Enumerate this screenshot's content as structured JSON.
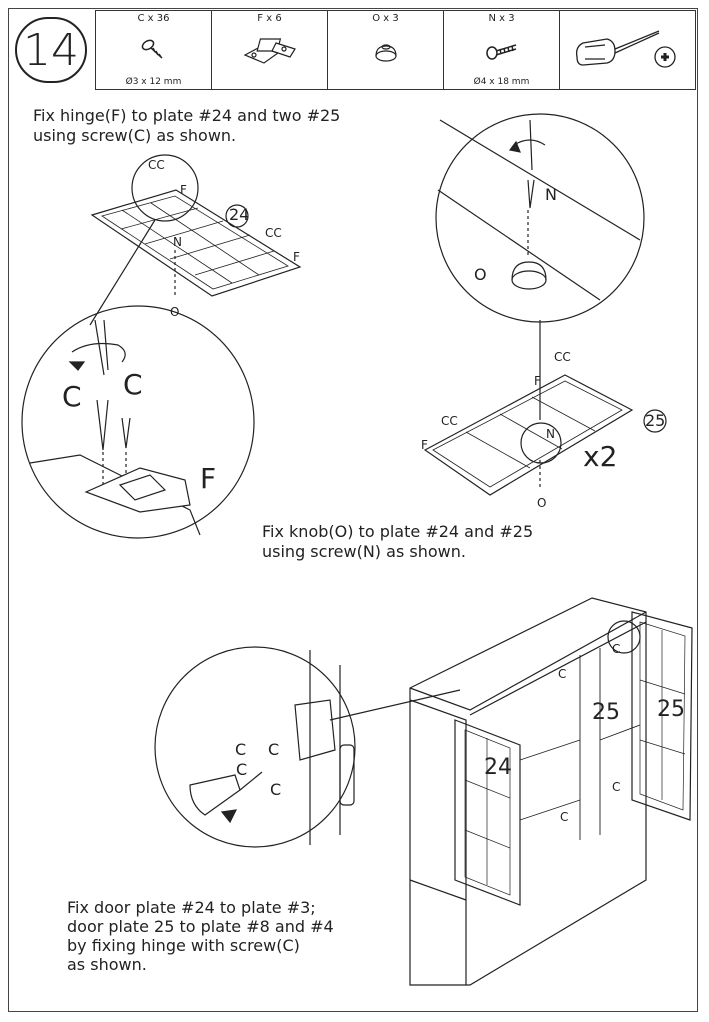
{
  "step_number": "14",
  "parts": [
    {
      "label": "C x 36",
      "size": "Ø3 x 12 mm",
      "icon": "screw-icon"
    },
    {
      "label": "F x 6",
      "size": "",
      "icon": "hinge-icon"
    },
    {
      "label": "O x 3",
      "size": "",
      "icon": "knob-icon"
    },
    {
      "label": "N x 3",
      "size": "Ø4 x 18 mm",
      "icon": "screw-icon"
    },
    {
      "label": "",
      "size": "",
      "icon": "phillips-screwdriver-icon"
    }
  ],
  "instructions": {
    "hinge": "Fix hinge(F) to plate #24 and two #25\nusing screw(C) as shown.",
    "knob": "Fix knob(O) to plate #24 and #25\nusing screw(N) as shown.",
    "door": "Fix door plate #24 to plate #3;\ndoor plate 25 to plate #8 and #4\nby fixing hinge with screw(C)\nas shown."
  },
  "labels": {
    "c": "C",
    "cc": "CC",
    "f": "F",
    "n": "N",
    "o": "O",
    "plate_24": "24",
    "plate_25": "25",
    "times_two": "x2"
  }
}
